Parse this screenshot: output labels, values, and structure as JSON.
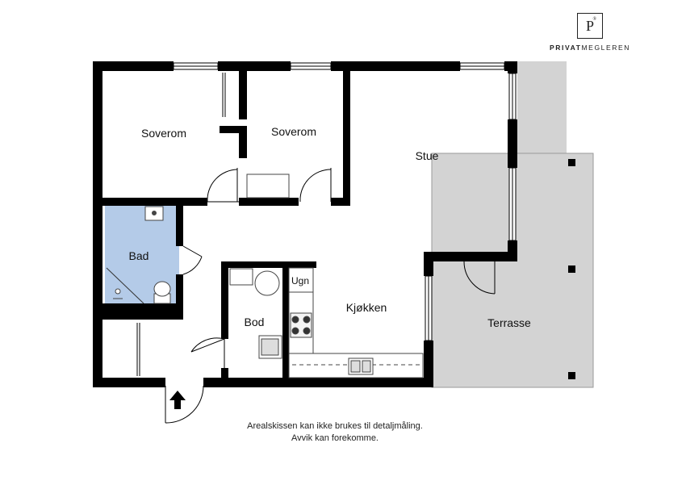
{
  "brand": {
    "logo_letter": "P",
    "logo_mark": "®",
    "name_bold": "PRIVAT",
    "name_regular": "MEGLEREN"
  },
  "rooms": {
    "soverom_1": "Soverom",
    "soverom_2": "Soverom",
    "stue": "Stue",
    "bad": "Bad",
    "bod": "Bod",
    "ugn": "Ugn",
    "kjokken": "Kjøkken",
    "terrasse": "Terrasse"
  },
  "disclaimer": {
    "line1": "Arealskissen kan ikke brukes til detaljmåling.",
    "line2": "Avvik kan forekomme."
  },
  "colors": {
    "wall": "#000000",
    "bath": "#b4cbe8",
    "terrace": "#d3d3d3",
    "fixture": "#555555"
  }
}
